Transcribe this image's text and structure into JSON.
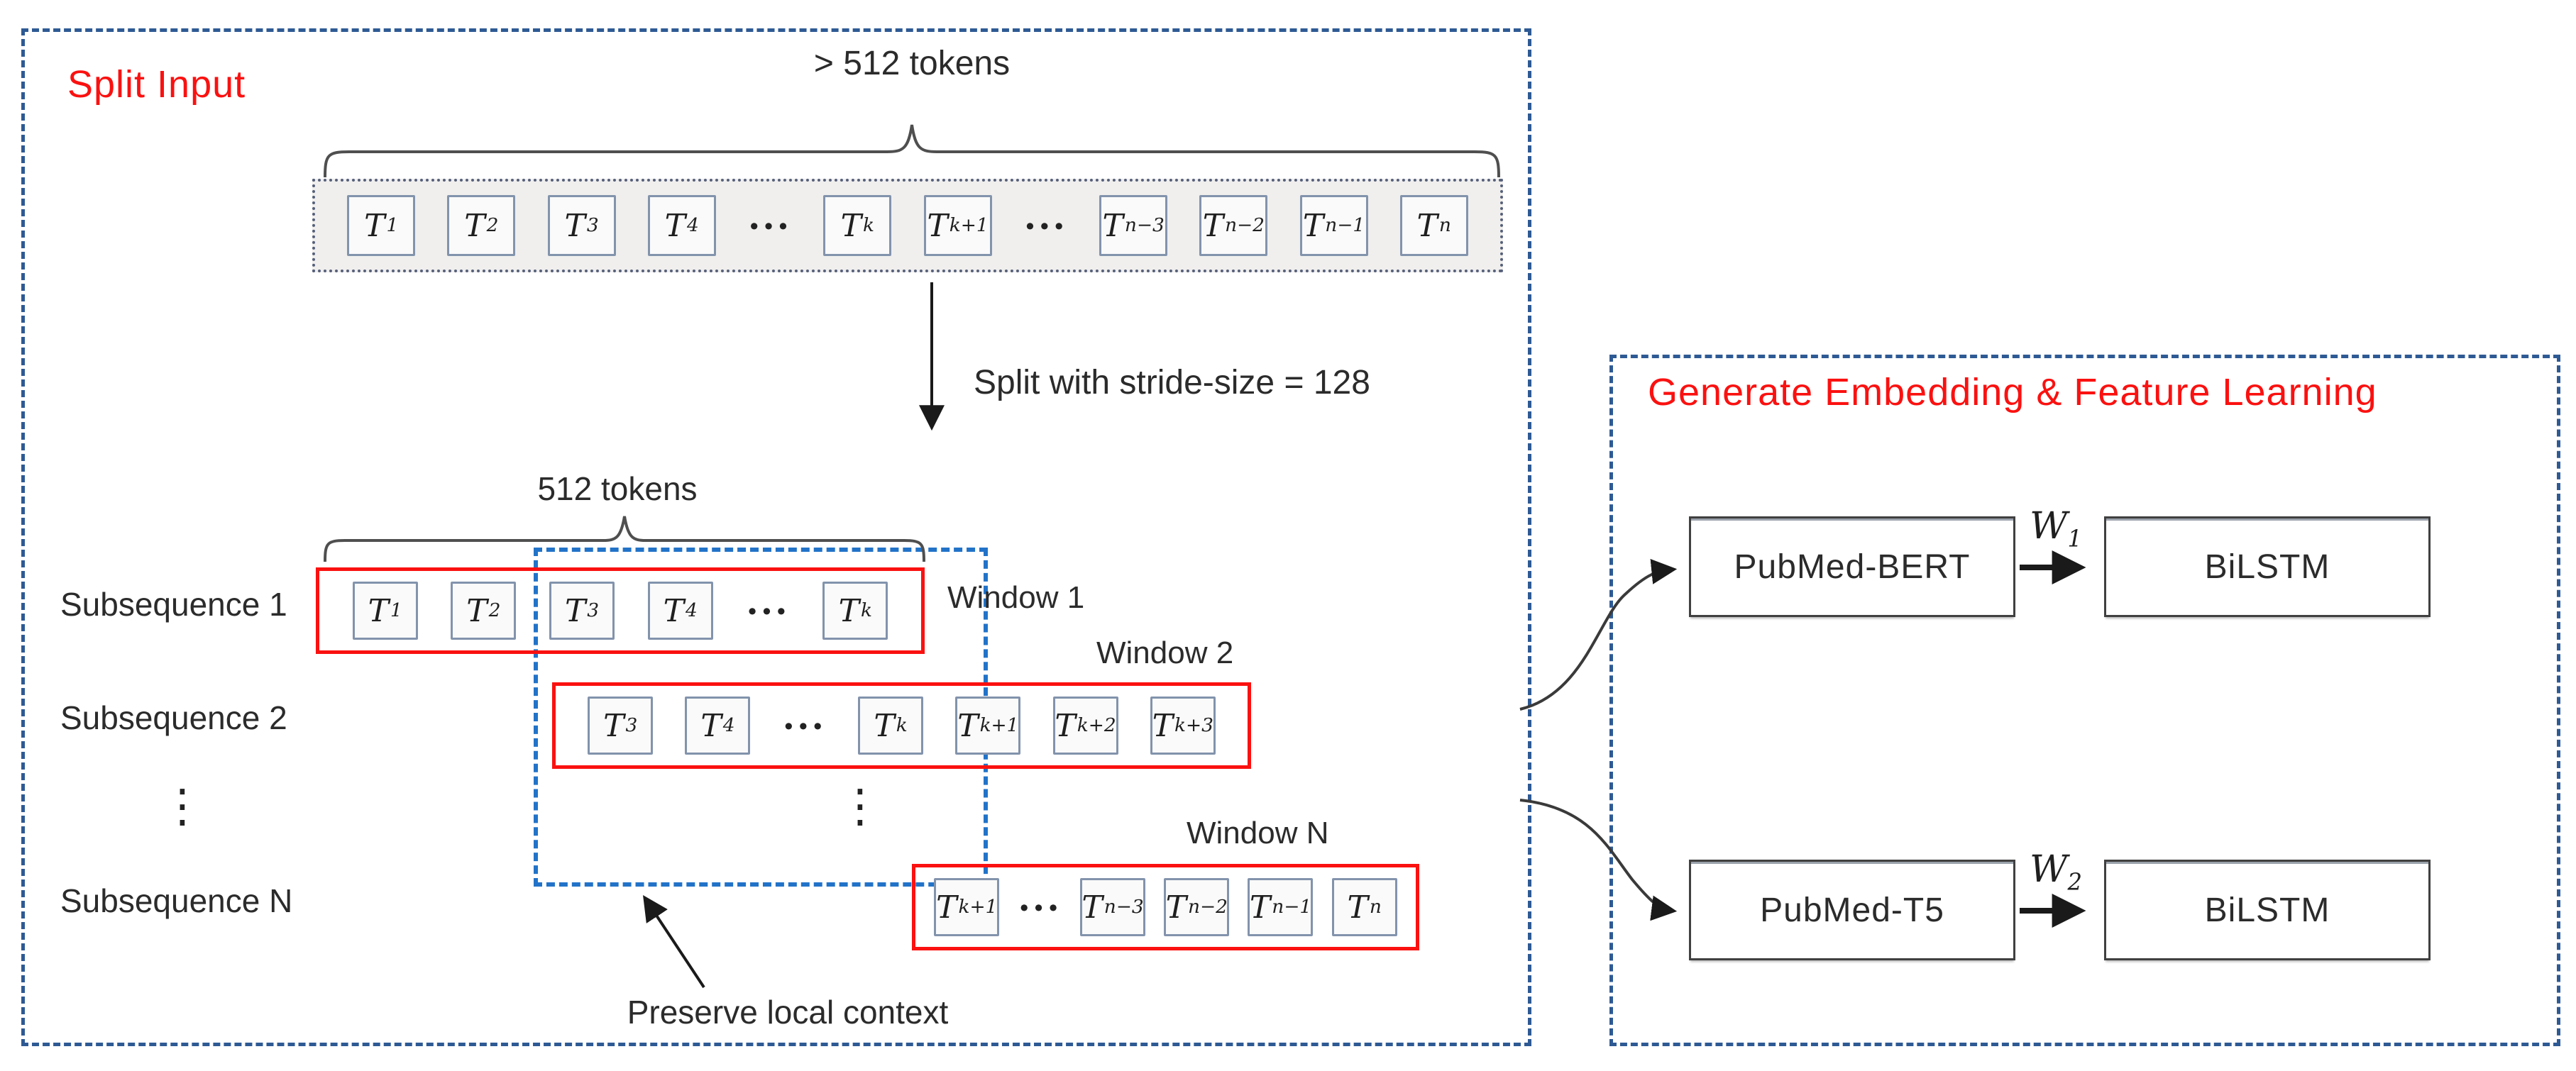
{
  "left_panel": {
    "title": "Split Input",
    "top_label": "> 512 tokens",
    "full_sequence": [
      "T|1",
      "T|2",
      "T|3",
      "T|4",
      "···",
      "T|k",
      "T|k+1",
      "···",
      "T|n−3",
      "T|n−2",
      "T|n−1",
      "T|n"
    ],
    "split_arrow_label": "Split with stride-size = 128",
    "mid_label": "512 tokens",
    "rows": [
      {
        "label": "Subsequence 1",
        "window": "Window 1",
        "tokens": [
          "T|1",
          "T|2",
          "T|3",
          "T|4",
          "···",
          "T|k"
        ]
      },
      {
        "label": "Subsequence 2",
        "window": "Window 2",
        "tokens": [
          "T|3",
          "T|4",
          "···",
          "T|k",
          "T|k+1",
          "T|k+2",
          "T|k+3"
        ]
      },
      {
        "label": "Subsequence N",
        "window": "Window N",
        "tokens": [
          "T|k+1",
          "···",
          "T|n−3",
          "T|n−2",
          "T|n−1",
          "T|n"
        ]
      }
    ],
    "ellipsis": "⋮",
    "preserve_label": "Preserve local context"
  },
  "right_panel": {
    "title": "Generate Embedding & Feature Learning",
    "branches": [
      {
        "encoder": "PubMed-BERT",
        "weight_main": "W",
        "weight_sub": "1",
        "head": "BiLSTM"
      },
      {
        "encoder": "PubMed-T5",
        "weight_main": "W",
        "weight_sub": "2",
        "head": "BiLSTM"
      }
    ]
  },
  "colors": {
    "red_accent": "#fa1110",
    "panel_border_blue": "#2e5a94",
    "window_border_blue": "#2273c8",
    "token_border": "#8293ac",
    "token_container_bg": "#f0efee"
  }
}
